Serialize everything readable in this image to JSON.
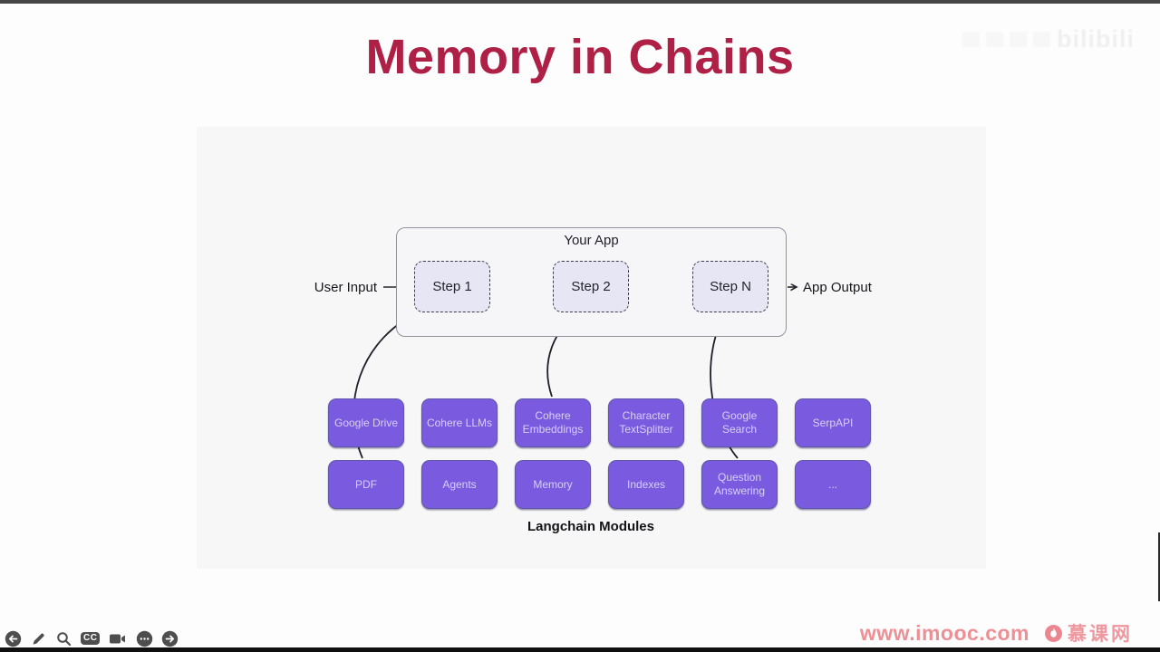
{
  "slide": {
    "title": "Memory in Chains",
    "diagram": {
      "container_label": "Your App",
      "input_label": "User Input",
      "output_label": "App Output",
      "steps": [
        "Step 1",
        "Step 2",
        "Step N"
      ],
      "modules_label": "Langchain Modules",
      "modules_row1": [
        "Google Drive",
        "Cohere LLMs",
        "Cohere Embeddings",
        "Character TextSplitter",
        "Google Search",
        "SerpAPI"
      ],
      "modules_row2": [
        "PDF",
        "Agents",
        "Memory",
        "Indexes",
        "Question Answering",
        "..."
      ],
      "curved_arrows": [
        {
          "from": "PDF",
          "to": "Step 1"
        },
        {
          "from": "Cohere Embeddings",
          "to": "Step 2"
        },
        {
          "from": "Question Answering",
          "to": "Step N"
        }
      ],
      "colors": {
        "module_fill": "#7A5BE0",
        "module_text": "#D7D1F4",
        "step_fill": "#E7E6F5",
        "panel_bg": "#F7F7F8",
        "arrow_stroke": "#26262E"
      }
    },
    "title_color": "#AE2045"
  },
  "watermarks": {
    "top_right_text": "bilibili",
    "bottom_right_url": "www.imooc.com",
    "bottom_right_brand": "慕课网",
    "pink": "#EE8F96"
  },
  "toolbar": {
    "cc_label": "CC",
    "icons": [
      "back",
      "pencil",
      "magnifier",
      "closed-captions",
      "camera",
      "more",
      "forward"
    ]
  }
}
